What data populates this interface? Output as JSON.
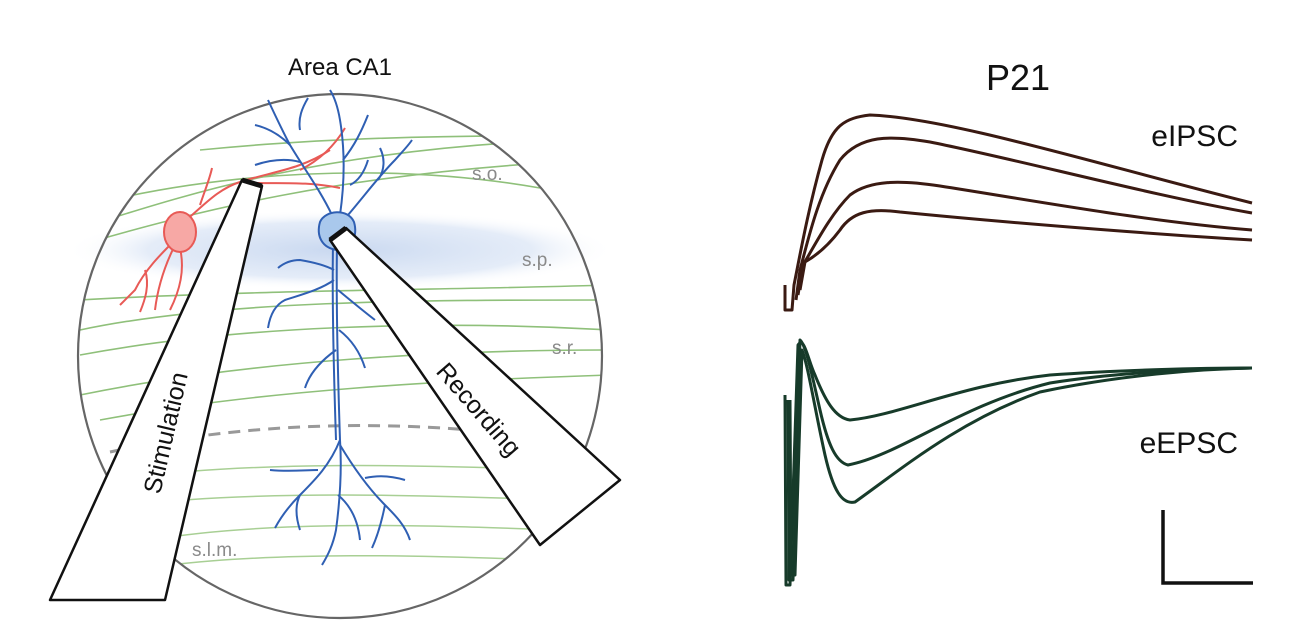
{
  "schematic": {
    "title": "Area CA1",
    "layers": {
      "so": "s.o.",
      "sp": "s.p.",
      "sr": "s.r.",
      "slm": "s.l.m."
    },
    "electrodes": {
      "stimulation": "Stimulation",
      "recording": "Recording"
    }
  },
  "traces": {
    "age": "P21",
    "ipsc_label": "eIPSC",
    "epsc_label": "eEPSC"
  },
  "colors": {
    "ipsc": "#3a1a12",
    "epsc": "#173b2a",
    "pyramidal_neuron": "#2f5fb3",
    "interneuron": "#e85a56",
    "fibers": "#8fc07a",
    "pyramidal_layer": "#c6d6ef"
  }
}
